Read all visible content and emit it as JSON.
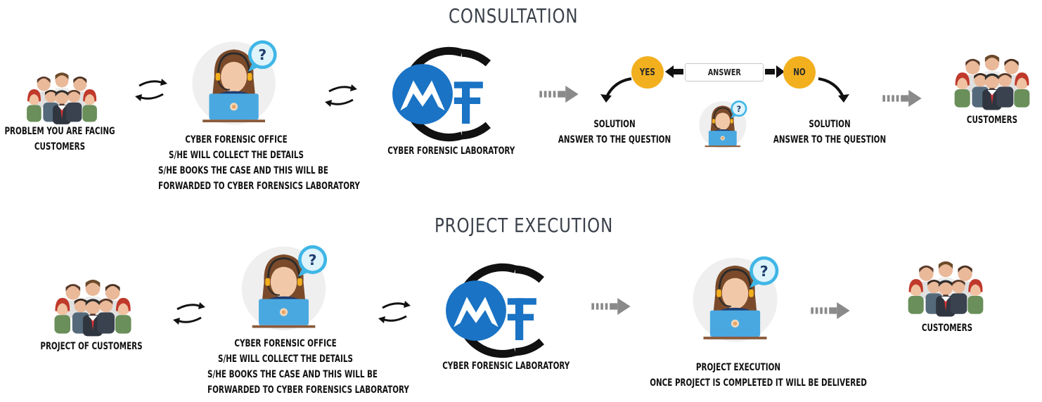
{
  "sections": {
    "consultation": {
      "title": "CONSULTATION"
    },
    "execution": {
      "title": "PROJECT EXECUTION"
    }
  },
  "consultation": {
    "customers_left": [
      "PROBLEM YOU ARE FACING",
      "CUSTOMERS"
    ],
    "office": [
      "CYBER FORENSIC OFFICE",
      "S/HE WILL COLLECT THE DETAILS",
      "S/HE BOOKS THE CASE AND THIS WILL BE",
      "FORWARDED TO CYBER FORENSICS LABORATORY"
    ],
    "lab": "CYBER FORENSIC LABORATORY",
    "yes": "YES",
    "answer": "ANSWER",
    "no": "NO",
    "solution_left": [
      "SOLUTION",
      "ANSWER TO THE QUESTION"
    ],
    "solution_right": [
      "SOLUTION",
      "ANSWER TO THE QUESTION"
    ],
    "customers_right": "CUSTOMERS"
  },
  "execution": {
    "customers_left": "PROJECT OF CUSTOMERS",
    "office": [
      "CYBER FORENSIC OFFICE",
      "S/HE WILL COLLECT THE DETAILS",
      "S/HE BOOKS THE CASE AND THIS WILL BE",
      "FORWARDED TO CYBER FORENSICS LABORATORY"
    ],
    "lab": "CYBER FORENSIC LABORATORY",
    "execution_label": [
      "PROJECT EXECUTION",
      "ONCE PROJECT IS COMPLETED IT WILL BE DELIVERED"
    ],
    "customers_right": "CUSTOMERS"
  },
  "icons": {
    "customers": "group-of-people-icon",
    "agent": "support-agent-icon",
    "logo": "cyber-forensic-lab-logo",
    "swap": "two-way-arrows-icon",
    "flow": "dashed-arrow-right-icon"
  },
  "colors": {
    "logo_blue": "#1a73c4",
    "bubble_yellow": "#f2b01e",
    "question_blue": "#3fb6e6",
    "laptop_blue": "#4aa8e0",
    "title_gray": "#3a4049",
    "arrow_gray": "#8a8a8a"
  }
}
